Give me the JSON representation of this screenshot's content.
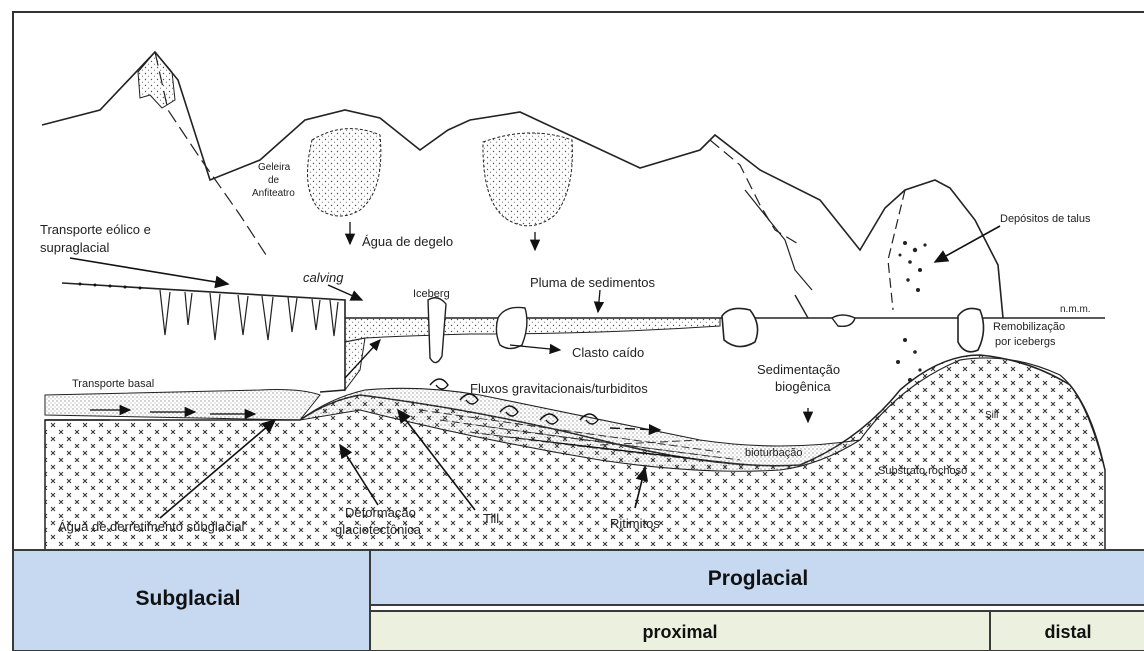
{
  "labels": {
    "geleira": [
      "Geleira",
      "de",
      "Anfiteatro"
    ],
    "agua_degelo": "Água de degelo",
    "transporte_eolico": [
      "Transporte eólico e",
      "supraglacial"
    ],
    "calving": "calving",
    "iceberg": "Iceberg",
    "pluma": "Pluma de sedimentos",
    "depositos_talus": "Depósitos de talus",
    "nmm": "n.m.m.",
    "remobilizacao": [
      "Remobilização",
      "por icebergs"
    ],
    "clasto_caido": "Clasto caído",
    "transporte_basal": "Transporte basal",
    "fluxos": "Fluxos gravitacionais/turbiditos",
    "sedimentacao": [
      "Sedimentação",
      "biogênica"
    ],
    "sill": "Sill",
    "bioturbacao": "bioturbação",
    "substrato": "Substrato rochoso",
    "agua_derretimento": "Água de derretimento subglacial",
    "deformacao": [
      "Deformação",
      "glaciotectônica"
    ],
    "till": "Till",
    "ritimitos": "Ritimitos"
  },
  "zones": {
    "subglacial": "Subglacial",
    "proglacial": "Proglacial",
    "proximal": "proximal",
    "distal": "distal"
  },
  "colors": {
    "header_blue": "#c6d9f1",
    "sub_green": "#ebf1de",
    "border": "#3a3a3a"
  }
}
